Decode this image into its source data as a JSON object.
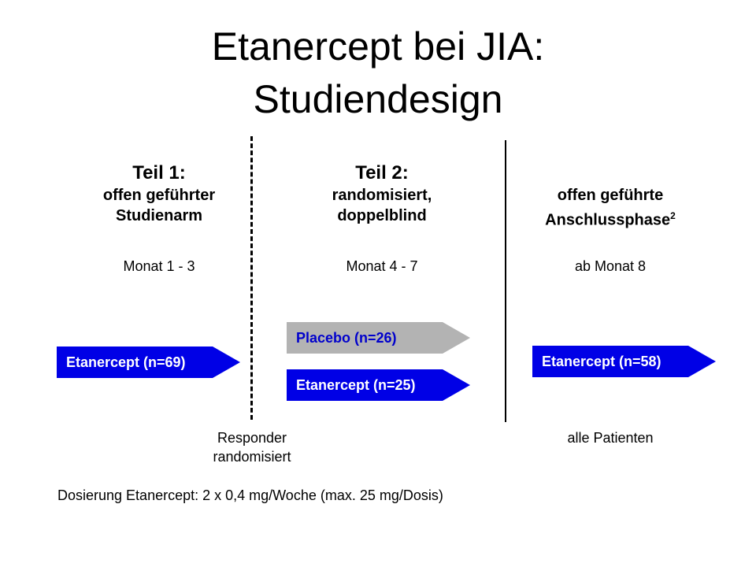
{
  "title": {
    "line1": "Etanercept bei JIA:",
    "line2": "Studiendesign"
  },
  "phases": [
    {
      "heading": "Teil 1:",
      "line1": "offen geführter",
      "line2": "Studienarm",
      "period": "Monat 1 - 3"
    },
    {
      "heading": "Teil 2:",
      "line1": "randomisiert,",
      "line2": "doppelblind",
      "period": "Monat 4 - 7"
    },
    {
      "heading": "",
      "line1": "offen geführte",
      "line2": "Anschlussphase",
      "footnote": "2",
      "period": "ab Monat 8"
    }
  ],
  "arms": {
    "part1": "Etanercept (n=69)",
    "placebo": "Placebo (n=26)",
    "part2": "Etanercept (n=25)",
    "part3": "Etanercept (n=58)"
  },
  "notes": {
    "responder_line1": "Responder",
    "responder_line2": "randomisiert",
    "all_patients": "alle Patienten"
  },
  "footer": "Dosierung Etanercept: 2 x 0,4 mg/Woche (max. 25 mg/Dosis)",
  "colors": {
    "blue_arrow": "#0000e6",
    "gray_arrow": "#b3b3b3"
  }
}
